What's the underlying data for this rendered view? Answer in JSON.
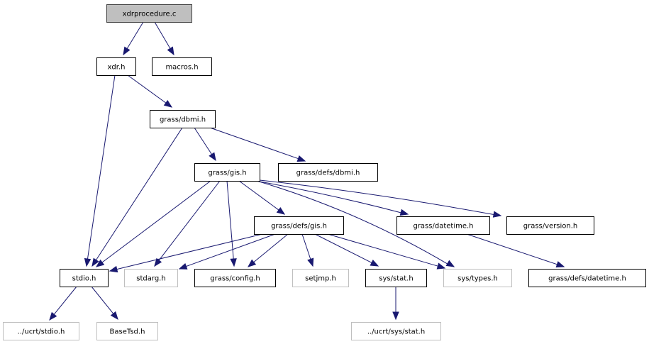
{
  "title": "xdrprocedure.c",
  "colors": {
    "edge": "#191970",
    "root_fill": "#bfbfbf",
    "documented_border": "#000000",
    "external_border": "#bfbfbf",
    "background": "#ffffff"
  },
  "nodes": [
    {
      "id": "xdrprocedure_c",
      "label": "xdrprocedure.c",
      "kind": "root"
    },
    {
      "id": "xdr_h",
      "label": "xdr.h",
      "kind": "documented"
    },
    {
      "id": "macros_h",
      "label": "macros.h",
      "kind": "documented"
    },
    {
      "id": "grass_dbmi_h",
      "label": "grass/dbmi.h",
      "kind": "documented"
    },
    {
      "id": "grass_gis_h",
      "label": "grass/gis.h",
      "kind": "documented"
    },
    {
      "id": "grass_defs_dbmi_h",
      "label": "grass/defs/dbmi.h",
      "kind": "documented"
    },
    {
      "id": "grass_defs_gis_h",
      "label": "grass/defs/gis.h",
      "kind": "documented"
    },
    {
      "id": "grass_datetime_h",
      "label": "grass/datetime.h",
      "kind": "documented"
    },
    {
      "id": "grass_version_h",
      "label": "grass/version.h",
      "kind": "documented"
    },
    {
      "id": "stdio_h",
      "label": "stdio.h",
      "kind": "documented"
    },
    {
      "id": "stdarg_h",
      "label": "stdarg.h",
      "kind": "external"
    },
    {
      "id": "grass_config_h",
      "label": "grass/config.h",
      "kind": "documented"
    },
    {
      "id": "setjmp_h",
      "label": "setjmp.h",
      "kind": "external"
    },
    {
      "id": "sys_stat_h",
      "label": "sys/stat.h",
      "kind": "documented"
    },
    {
      "id": "sys_types_h",
      "label": "sys/types.h",
      "kind": "external"
    },
    {
      "id": "grass_defs_datetime_h",
      "label": "grass/defs/datetime.h",
      "kind": "documented"
    },
    {
      "id": "ucrt_stdio_h",
      "label": "../ucrt/stdio.h",
      "kind": "external"
    },
    {
      "id": "basetsd_h",
      "label": "BaseTsd.h",
      "kind": "external"
    },
    {
      "id": "ucrt_sys_stat_h",
      "label": "../ucrt/sys/stat.h",
      "kind": "external"
    }
  ],
  "edges": [
    {
      "from": "xdrprocedure_c",
      "to": "xdr_h"
    },
    {
      "from": "xdrprocedure_c",
      "to": "macros_h"
    },
    {
      "from": "xdr_h",
      "to": "stdio_h"
    },
    {
      "from": "xdr_h",
      "to": "grass_dbmi_h"
    },
    {
      "from": "grass_dbmi_h",
      "to": "stdio_h"
    },
    {
      "from": "grass_dbmi_h",
      "to": "grass_gis_h"
    },
    {
      "from": "grass_dbmi_h",
      "to": "grass_defs_dbmi_h"
    },
    {
      "from": "grass_gis_h",
      "to": "stdio_h"
    },
    {
      "from": "grass_gis_h",
      "to": "stdarg_h"
    },
    {
      "from": "grass_gis_h",
      "to": "grass_config_h"
    },
    {
      "from": "grass_gis_h",
      "to": "grass_defs_gis_h"
    },
    {
      "from": "grass_gis_h",
      "to": "sys_types_h"
    },
    {
      "from": "grass_gis_h",
      "to": "grass_datetime_h"
    },
    {
      "from": "grass_gis_h",
      "to": "grass_version_h"
    },
    {
      "from": "grass_defs_gis_h",
      "to": "stdio_h"
    },
    {
      "from": "grass_defs_gis_h",
      "to": "stdarg_h"
    },
    {
      "from": "grass_defs_gis_h",
      "to": "grass_config_h"
    },
    {
      "from": "grass_defs_gis_h",
      "to": "setjmp_h"
    },
    {
      "from": "grass_defs_gis_h",
      "to": "sys_stat_h"
    },
    {
      "from": "grass_defs_gis_h",
      "to": "sys_types_h"
    },
    {
      "from": "grass_datetime_h",
      "to": "grass_defs_datetime_h"
    },
    {
      "from": "stdio_h",
      "to": "ucrt_stdio_h"
    },
    {
      "from": "stdio_h",
      "to": "basetsd_h"
    },
    {
      "from": "sys_stat_h",
      "to": "ucrt_sys_stat_h"
    }
  ]
}
